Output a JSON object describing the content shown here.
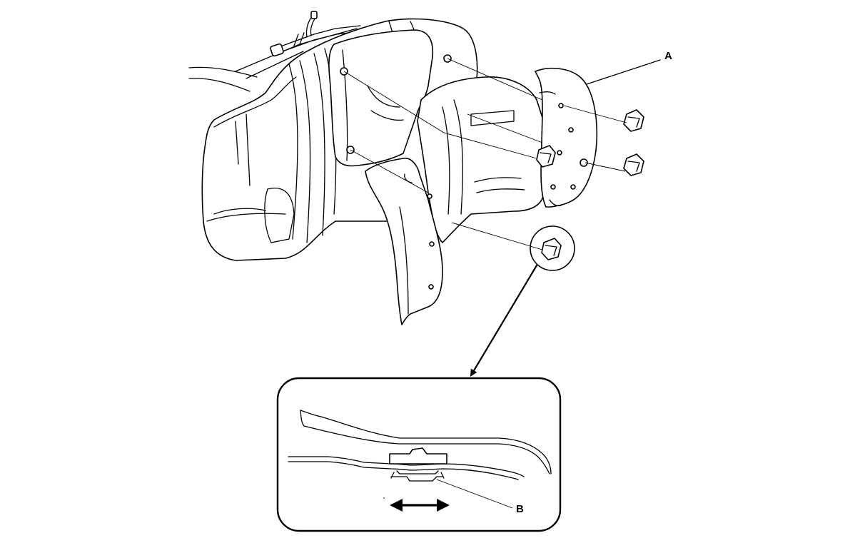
{
  "callouts": {
    "a": "A",
    "b": "B"
  },
  "icons": [
    "fuel-tank-illustration",
    "heat-shield",
    "retaining-clip",
    "detail-magnifier-circle",
    "direction-double-arrow"
  ]
}
